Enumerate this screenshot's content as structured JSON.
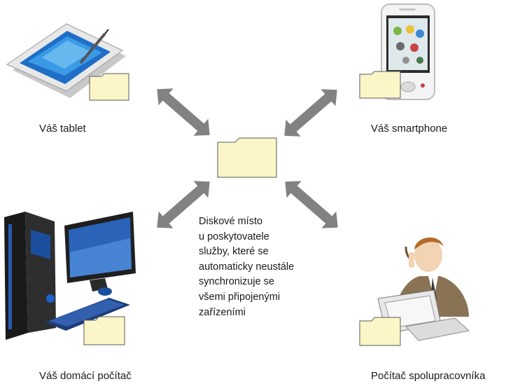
{
  "labels": {
    "tablet": "Váš tablet",
    "smartphone": "Váš smartphone",
    "home_pc": "Váš domácí počítač",
    "coworker_pc": "Počítač spolupracovníka"
  },
  "center_description": [
    "Diskové místo",
    "u poskytovatele",
    "služby, které se",
    "automaticky neustále",
    "synchronizuje se",
    "všemi připojenými",
    "zařízeními"
  ],
  "icons": [
    "tablet-icon",
    "smartphone-icon",
    "desktop-computer-icon",
    "office-worker-icon",
    "folder-icon",
    "double-arrow-icon"
  ],
  "colors": {
    "folder_fill": "#fbf6c7",
    "folder_stroke": "#5a5a5a",
    "arrow": "#828282"
  }
}
